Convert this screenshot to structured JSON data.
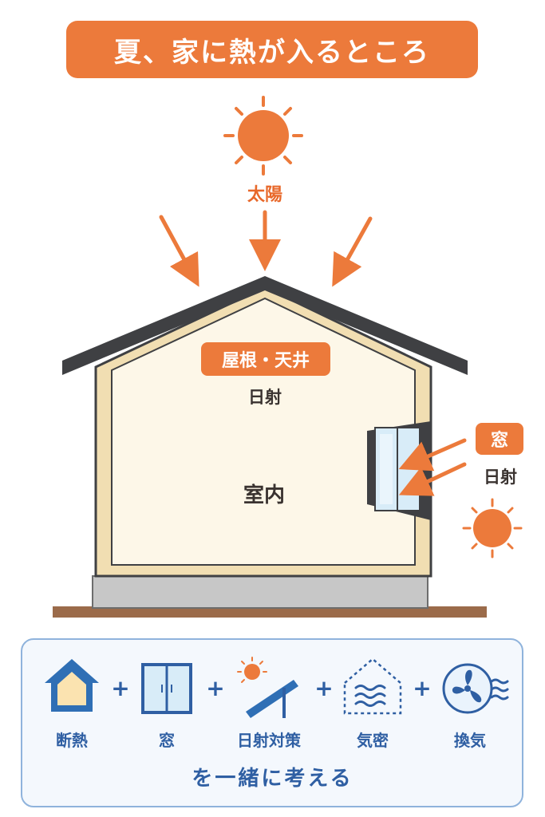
{
  "title": "夏、家に熱が入るところ",
  "sun_label": "太陽",
  "roof_pill": "屋根・天井",
  "roof_sub": "日射",
  "window_pill": "窓",
  "window_sub": "日射",
  "room_label": "室内",
  "icons": [
    {
      "label": "断熱",
      "icon": "house-insulation-icon"
    },
    {
      "label": "窓",
      "icon": "window-icon"
    },
    {
      "label": "日射対策",
      "icon": "sun-shade-icon"
    },
    {
      "label": "気密",
      "icon": "airtight-house-icon"
    },
    {
      "label": "換気",
      "icon": "ventilation-fan-icon"
    }
  ],
  "plus": "+",
  "summary": "を一緒に考える",
  "colors": {
    "accent": "#ec7a3b",
    "sun": "#ec7a3b",
    "wall": "#f1deb2",
    "interior": "#fdf7e8",
    "roof": "#3f4043",
    "blue": "#2f5fa3"
  }
}
